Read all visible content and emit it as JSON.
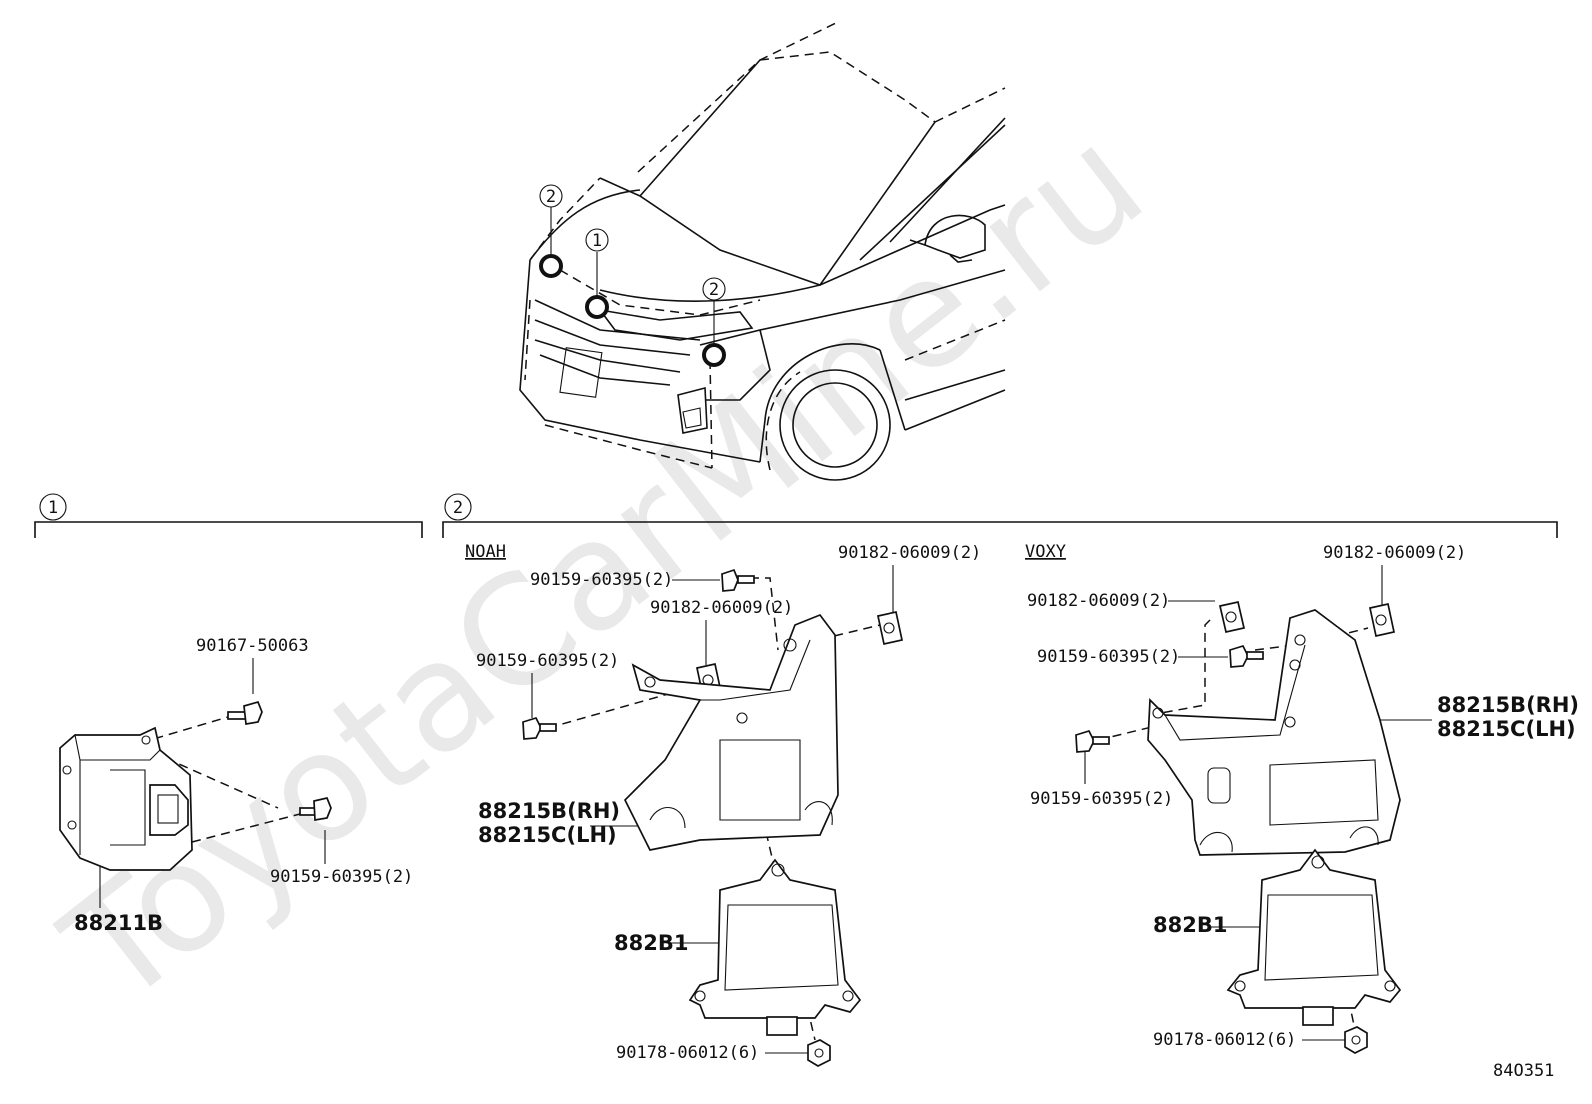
{
  "watermark": "ToyotaCarMine.ru",
  "diagram_code": "84O351",
  "callouts": {
    "one": "1",
    "two": "2"
  },
  "section_1": {
    "marker": "1",
    "labels": {
      "bolt_top": "90167-50063",
      "bolt_bottom": "90159-60395(2)",
      "sensor": "88211B"
    }
  },
  "section_2": {
    "marker": "2",
    "noah": {
      "title": "NOAH",
      "bolt_upper": "90159-60395(2)",
      "nut_right": "90182-06009(2)",
      "nut_center": "90182-06009(2)",
      "bolt_left": "90159-60395(2)",
      "bracket_rh": "88215B(RH)",
      "bracket_lh": "88215C(LH)",
      "radar": "882B1",
      "nut_bottom": "90178-06012(6)"
    },
    "voxy": {
      "title": "VOXY",
      "nut_right": "90182-06009(2)",
      "nut_left": "90182-06009(2)",
      "bolt_center": "90159-60395(2)",
      "bolt_lower": "90159-60395(2)",
      "bracket_rh": "88215B(RH)",
      "bracket_lh": "88215C(LH)",
      "radar": "882B1",
      "nut_bottom": "90178-06012(6)"
    }
  }
}
